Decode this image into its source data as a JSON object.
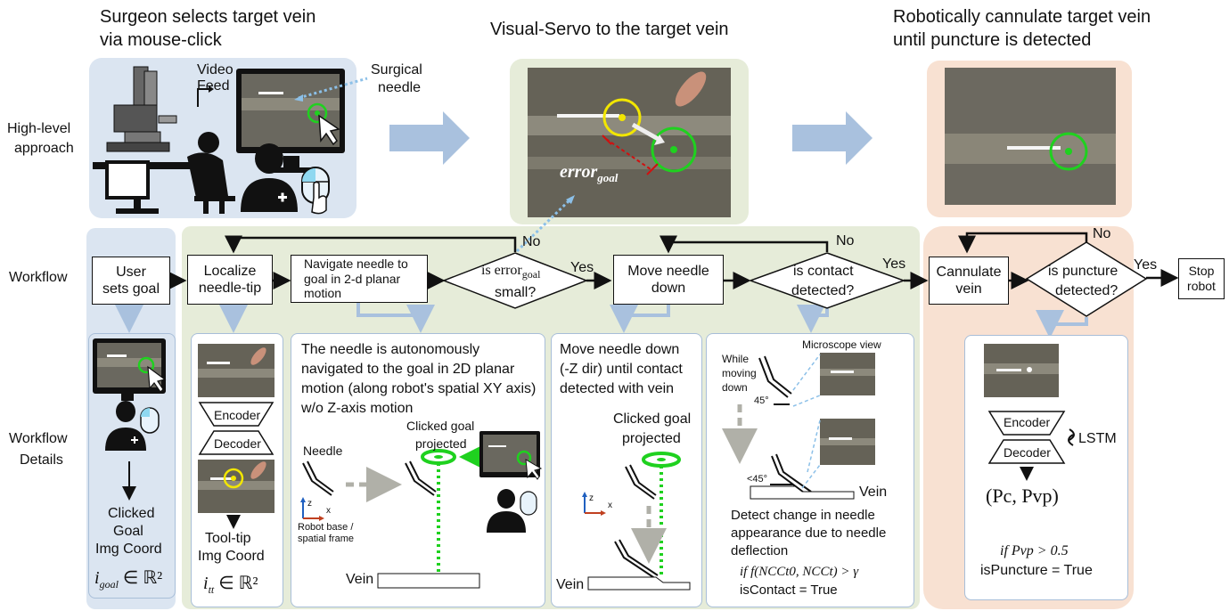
{
  "headers": {
    "col1": [
      "Surgeon selects target vein",
      "via mouse-click"
    ],
    "col2": "Visual-Servo to the target vein",
    "col3": [
      "Robotically cannulate target vein",
      "until puncture is detected"
    ]
  },
  "row_labels": {
    "high_level": [
      "High-level",
      "approach"
    ],
    "workflow": "Workflow",
    "details": [
      "Workflow",
      "Details"
    ]
  },
  "high_level": {
    "video_feed": [
      "Video",
      "Feed"
    ],
    "surgical_needle": [
      "Surgical",
      "needle"
    ],
    "error_goal": "error",
    "error_sub": "goal"
  },
  "workflow": {
    "user_sets_goal": [
      "User",
      "sets goal"
    ],
    "localize": [
      "Localize",
      "needle-tip"
    ],
    "navigate": [
      "Navigate needle to",
      "goal in 2-d planar",
      "motion"
    ],
    "is_error": [
      "is  error",
      "goal",
      "small?"
    ],
    "move_down": [
      "Move needle",
      "down"
    ],
    "is_contact": [
      "is contact",
      "detected?"
    ],
    "cannulate": [
      "Cannulate",
      "vein"
    ],
    "is_puncture": [
      "is puncture",
      "detected?"
    ],
    "stop": [
      "Stop",
      "robot"
    ],
    "yes": "Yes",
    "no": "No"
  },
  "details": {
    "clicked_goal_coord": [
      "Clicked",
      "Goal",
      "Img Coord"
    ],
    "i_goal": "i",
    "i_goal_sub": "goal",
    "i_goal_rest": " ∈ ℝ²",
    "encoder": "Encoder",
    "decoder": "Decoder",
    "tooltip_coord": [
      "Tool-tip",
      "Img Coord"
    ],
    "i_tt": "i",
    "i_tt_sub": "tt",
    "i_tt_rest": " ∈ ℝ²",
    "nav_desc": [
      "The needle is autonomously",
      "navigated to the goal in 2D planar",
      "motion (along robot's spatial XY axis)",
      "w/o Z-axis motion"
    ],
    "needle": "Needle",
    "clicked_goal_projected": [
      "Clicked goal",
      "projected"
    ],
    "robot_frame": [
      "Robot base /",
      "spatial frame"
    ],
    "z": "z",
    "x": "x",
    "vein": "Vein",
    "move_desc": [
      "Move needle down",
      "(-Z dir) until contact",
      "detected with vein"
    ],
    "clicked_goal_projected2": [
      "Clicked goal",
      "projected"
    ],
    "microscope_view": "Microscope view",
    "while_moving": [
      "While",
      "moving",
      "down"
    ],
    "deg45": "45°",
    "deg_lt45": "<45°",
    "contact_desc": [
      "Detect change in needle",
      "appearance due to needle",
      "deflection"
    ],
    "contact_formula": "if f(NCCt0, NCCt) > γ",
    "is_contact_true": "isContact = True",
    "lstm": "LSTM",
    "pc_pvp": "(Pc, Pvp)",
    "puncture_cond": "if Pvp > 0.5",
    "is_puncture_true": "isPuncture = True"
  },
  "colors": {
    "blue_panel": "#dbe5f1",
    "green_panel": "#e6ecd9",
    "orange_panel": "#f8e1d2",
    "arrow_blue": "#a9c1de",
    "target_green": "#1fd11f",
    "target_yellow": "#f2e600",
    "error_red": "#d01010"
  }
}
